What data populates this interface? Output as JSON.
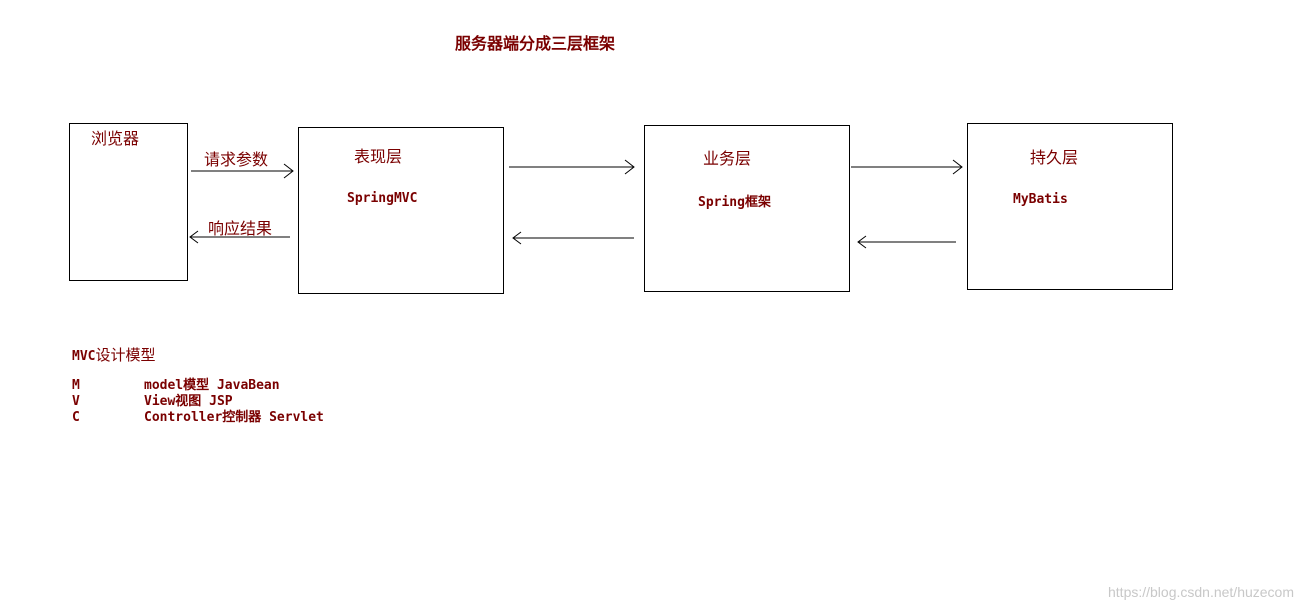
{
  "title": "服务器端分成三层框架",
  "nodes": [
    {
      "id": "browser",
      "label": "浏览器",
      "sub": ""
    },
    {
      "id": "presentation",
      "label": "表现层",
      "sub": "SpringMVC"
    },
    {
      "id": "business",
      "label": "业务层",
      "sub": "Spring框架"
    },
    {
      "id": "persistence",
      "label": "持久层",
      "sub": "MyBatis"
    }
  ],
  "edges": [
    {
      "from": "browser",
      "to": "presentation",
      "label": "请求参数"
    },
    {
      "from": "presentation",
      "to": "browser",
      "label": "响应结果"
    },
    {
      "from": "presentation",
      "to": "business",
      "label": ""
    },
    {
      "from": "business",
      "to": "presentation",
      "label": ""
    },
    {
      "from": "business",
      "to": "persistence",
      "label": ""
    },
    {
      "from": "persistence",
      "to": "business",
      "label": ""
    }
  ],
  "legend": {
    "title_prefix": "MVC",
    "title_rest": "设计模型",
    "rows": [
      {
        "key": "M",
        "text": "model模型 JavaBean"
      },
      {
        "key": "V",
        "text": "View视图 JSP"
      },
      {
        "key": "C",
        "text": "Controller控制器 Servlet"
      }
    ]
  },
  "watermark": "https://blog.csdn.net/huzecom",
  "colors": {
    "text": "#7a0000",
    "line": "#000000",
    "watermark": "#c8c8c8"
  }
}
